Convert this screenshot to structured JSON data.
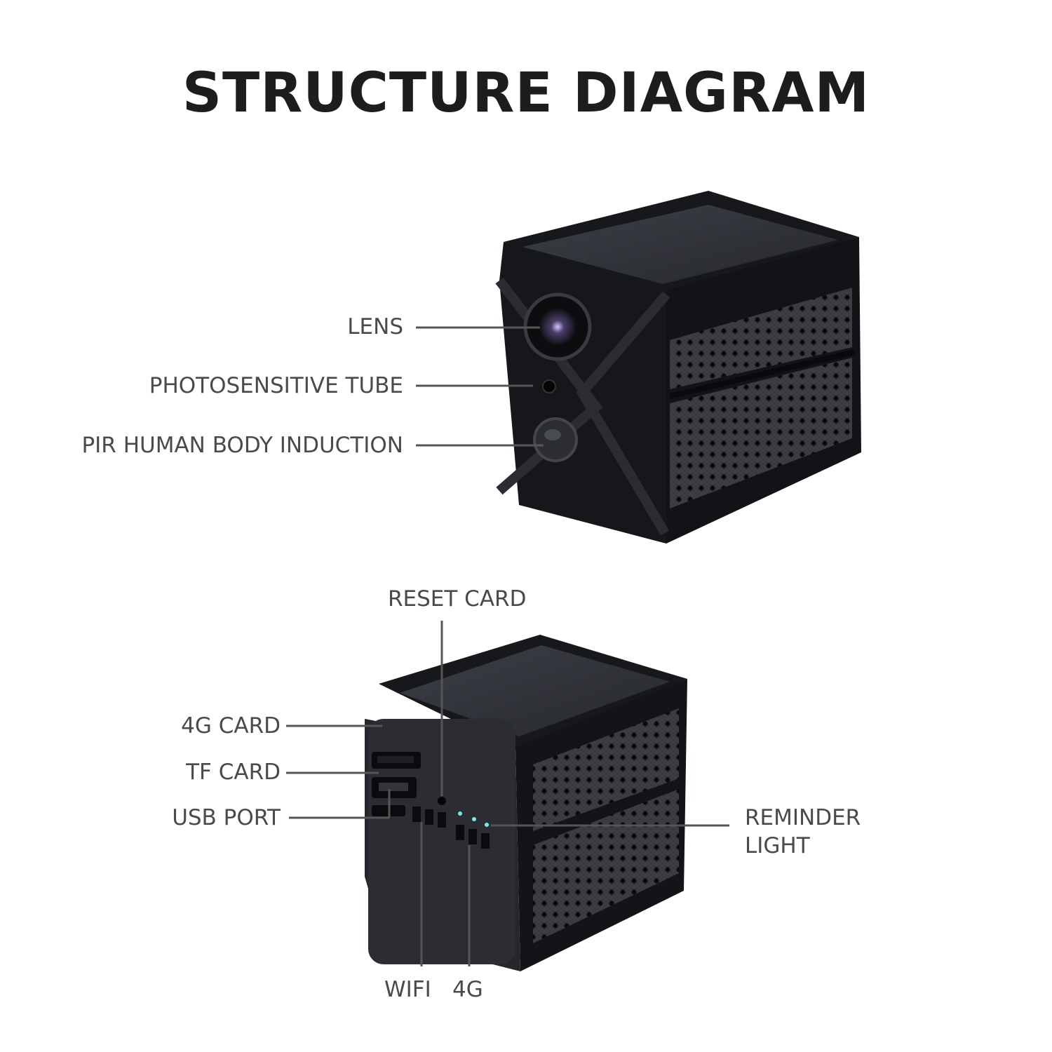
{
  "title": "STRUCTURE DIAGRAM",
  "front_view": {
    "callouts": [
      "LENS",
      "PHOTOSENSITIVE TUBE",
      "PIR HUMAN BODY INDUCTION"
    ]
  },
  "back_view": {
    "callouts_left": [
      "4G CARD",
      "TF CARD",
      "USB PORT"
    ],
    "callout_top": "RESET CARD",
    "callout_right": [
      "REMINDER",
      "LIGHT"
    ],
    "callouts_bottom": [
      "WIFI",
      "4G"
    ]
  },
  "colors": {
    "body": "#17181b",
    "panel": "#2e3036",
    "text": "#4a4a4a",
    "line": "#555555"
  }
}
